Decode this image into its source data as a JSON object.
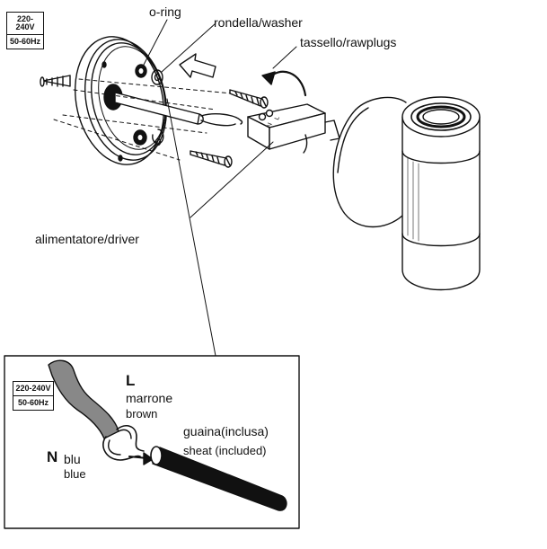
{
  "voltage_badge": {
    "voltage": "220-240V",
    "frequency": "50-60Hz"
  },
  "labels": {
    "o_ring": "o-ring",
    "washer": "rondella/washer",
    "rawplugs": "tassello/rawplugs",
    "driver": "alimentatore/driver"
  },
  "driver_box": {
    "marks": [
      "L",
      "N"
    ]
  },
  "detail": {
    "voltage_badge": {
      "voltage": "220-240V",
      "frequency": "50-60Hz"
    },
    "live": {
      "letter": "L",
      "color_it": "marrone",
      "color_en": "brown"
    },
    "neutral": {
      "letter": "N",
      "color_it": "blu",
      "color_en": "blue"
    },
    "sheath": {
      "it": "guaina(inclusa)",
      "en": "sheat (included)"
    }
  }
}
